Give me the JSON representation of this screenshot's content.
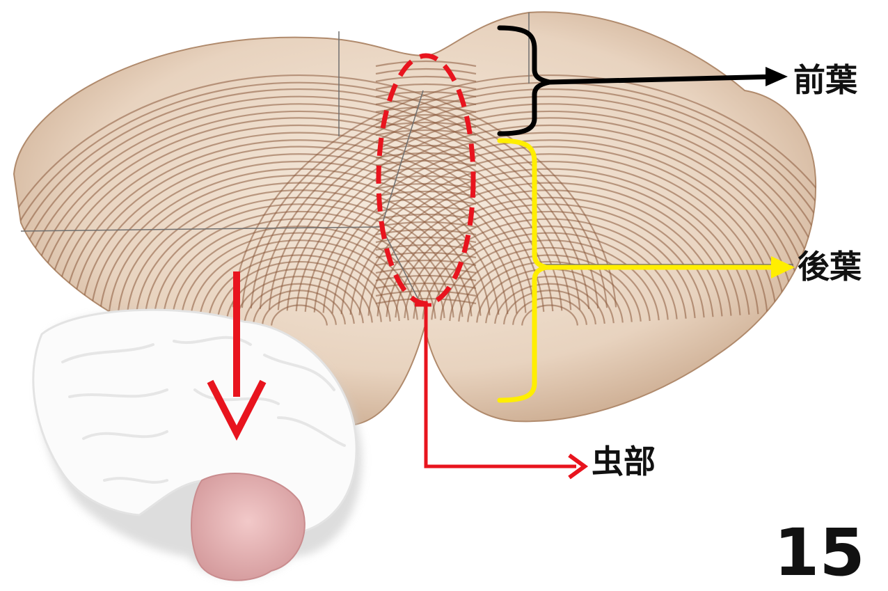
{
  "labels": {
    "anterior_lobe": "前葉",
    "posterior_lobe": "後葉",
    "vermis": "虫部"
  },
  "page_number": "15",
  "colors": {
    "anterior_bracket": "#000000",
    "posterior_bracket": "#ffee00",
    "vermis_marker": "#e8141e",
    "cerebellum_base": "#ecd9c7",
    "folia_lines": "#8a5a3c",
    "brain_white": "#fbfbfb",
    "brainstem_pink": "#e9b8b8"
  },
  "icons": {
    "down_arrow": "down-arrow-icon"
  }
}
